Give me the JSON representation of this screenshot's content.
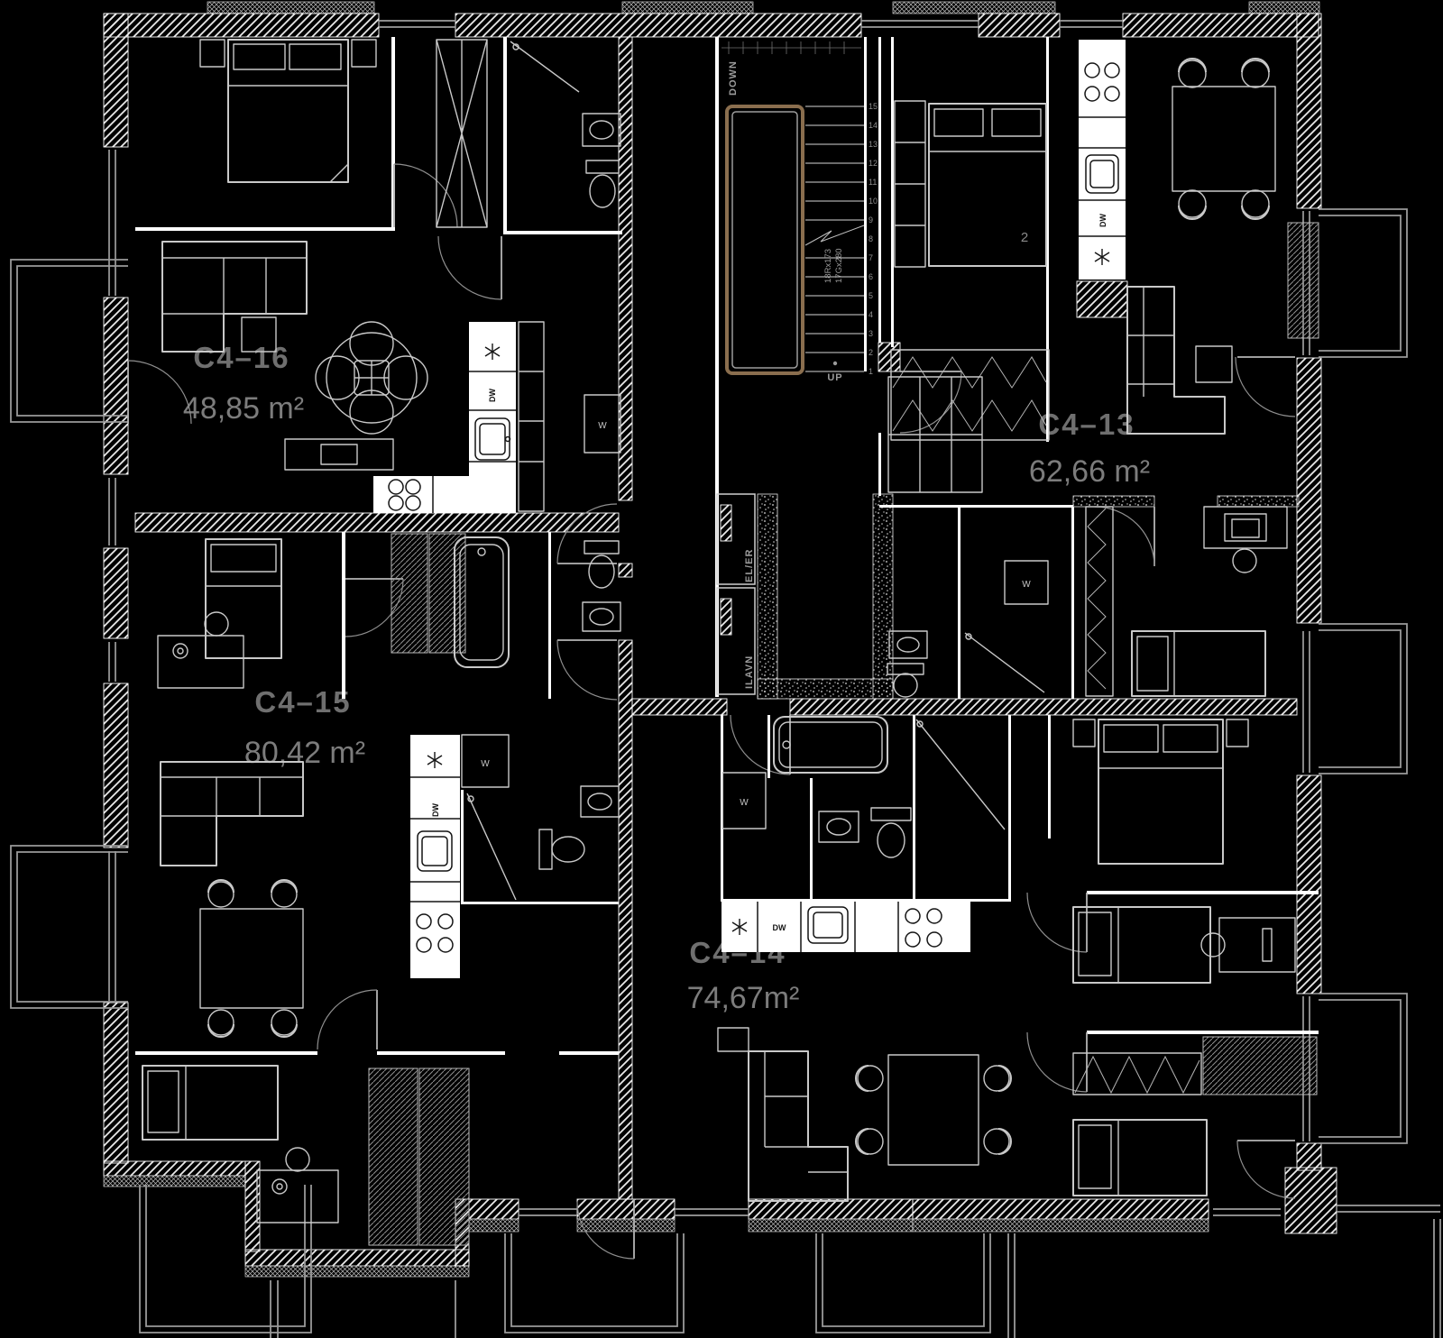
{
  "colors": {
    "background": "#000000",
    "wall_line": "#ffffff",
    "furniture_line": "#c9c9c9",
    "window_line": "#9e9e9e",
    "unit_label": "#6f6f6f",
    "area_label": "#7c7c7c",
    "handrail": "#8a6e4e"
  },
  "apartments": [
    {
      "id": "C4–16",
      "area": "48,85 m²"
    },
    {
      "id": "C4–13",
      "area": "62,66 m²"
    },
    {
      "id": "C4–15",
      "area": "80,42 m²"
    },
    {
      "id": "C4–14",
      "area": "74,67m²"
    }
  ],
  "stairs": {
    "down": "DOWN",
    "up": "UP",
    "riser_spec": "18Rx173",
    "going_spec": "17Gx280",
    "steps": [
      "1",
      "2",
      "3",
      "4",
      "5",
      "6",
      "7",
      "8",
      "9",
      "10",
      "11",
      "12",
      "13",
      "14",
      "15"
    ]
  },
  "shafts": {
    "electrical": "EL/ER",
    "services": "ILAVN"
  },
  "appliances": {
    "dishwasher": "DW",
    "washer": "W",
    "fridge_icon": "snowflake-icon"
  },
  "rooms": {
    "bedroom_number": "2"
  }
}
